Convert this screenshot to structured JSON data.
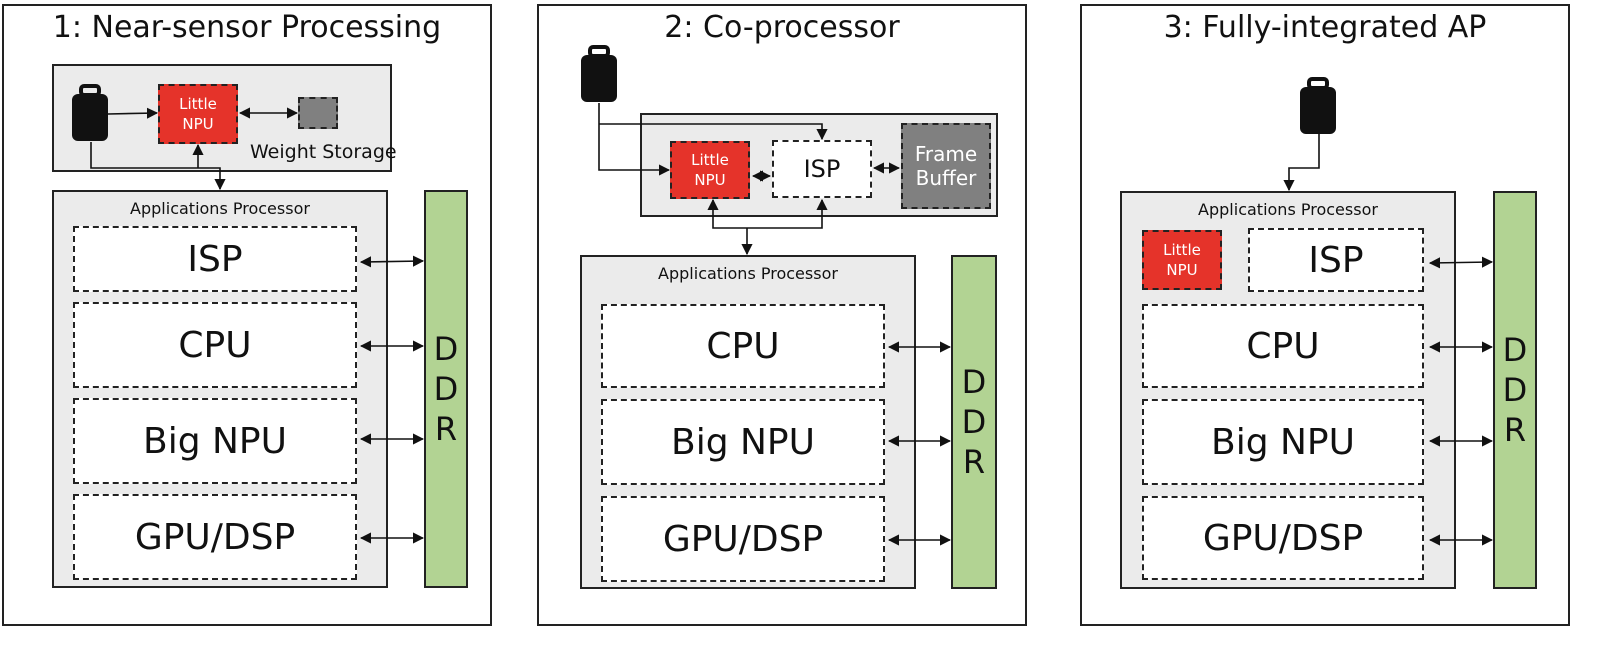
{
  "panels": [
    {
      "title": "1: Near-sensor Processing",
      "little_npu": "Little\nNPU",
      "weight_storage": "Weight Storage",
      "ap_label": "Applications Processor",
      "blocks": [
        "ISP",
        "CPU",
        "Big NPU",
        "GPU/DSP"
      ],
      "ddr": [
        "D",
        "D",
        "R"
      ]
    },
    {
      "title": "2: Co-processor",
      "little_npu": "Little\nNPU",
      "isp": "ISP",
      "frame_buffer": "Frame\nBuffer",
      "ap_label": "Applications Processor",
      "blocks": [
        "CPU",
        "Big NPU",
        "GPU/DSP"
      ],
      "ddr": [
        "D",
        "D",
        "R"
      ]
    },
    {
      "title": "3: Fully-integrated AP",
      "little_npu": "Little\nNPU",
      "ap_label": "Applications Processor",
      "isp": "ISP",
      "blocks": [
        "CPU",
        "Big NPU",
        "GPU/DSP"
      ],
      "ddr": [
        "D",
        "D",
        "R"
      ]
    }
  ],
  "colors": {
    "npu": "#e5332a",
    "ddr": "#b2d393",
    "storage": "#808080",
    "background_box": "#ebebeb"
  },
  "icons": [
    "camera-sensor-icon",
    "camera-sensor-icon",
    "camera-sensor-icon"
  ]
}
